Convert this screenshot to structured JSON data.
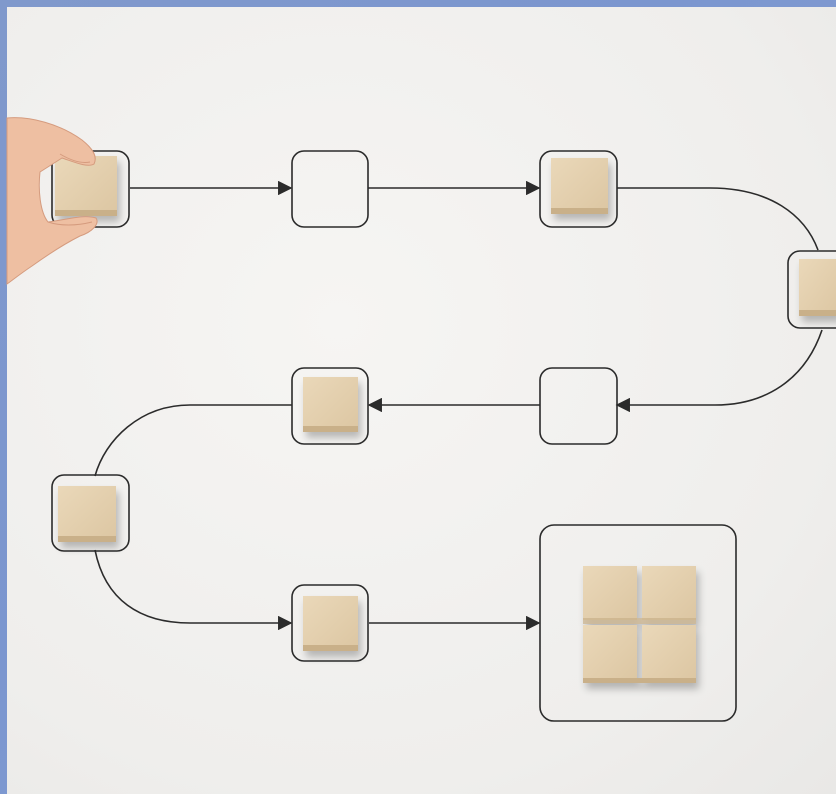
{
  "colors": {
    "frame": "#7f98cd",
    "background": "#f1f0ee",
    "line": "#2b2b2b",
    "block": "#e3cfae",
    "block_side": "#cbb28a",
    "skin": "#f0c2a6"
  },
  "diagram": {
    "nodes": [
      {
        "id": "n1",
        "block": true,
        "hand": true
      },
      {
        "id": "n2",
        "block": false
      },
      {
        "id": "n3",
        "block": true
      },
      {
        "id": "n4",
        "block": true
      },
      {
        "id": "n5",
        "block": false
      },
      {
        "id": "n6",
        "block": true
      },
      {
        "id": "n7",
        "block": true
      },
      {
        "id": "n8",
        "block": true
      },
      {
        "id": "target",
        "block": true,
        "grid": "2x2"
      }
    ],
    "edges": [
      [
        "n1",
        "n2"
      ],
      [
        "n2",
        "n3"
      ],
      [
        "n3",
        "n4"
      ],
      [
        "n4",
        "n5"
      ],
      [
        "n5",
        "n6"
      ],
      [
        "n6",
        "n7"
      ],
      [
        "n7",
        "n8"
      ],
      [
        "n8",
        "target"
      ]
    ]
  }
}
